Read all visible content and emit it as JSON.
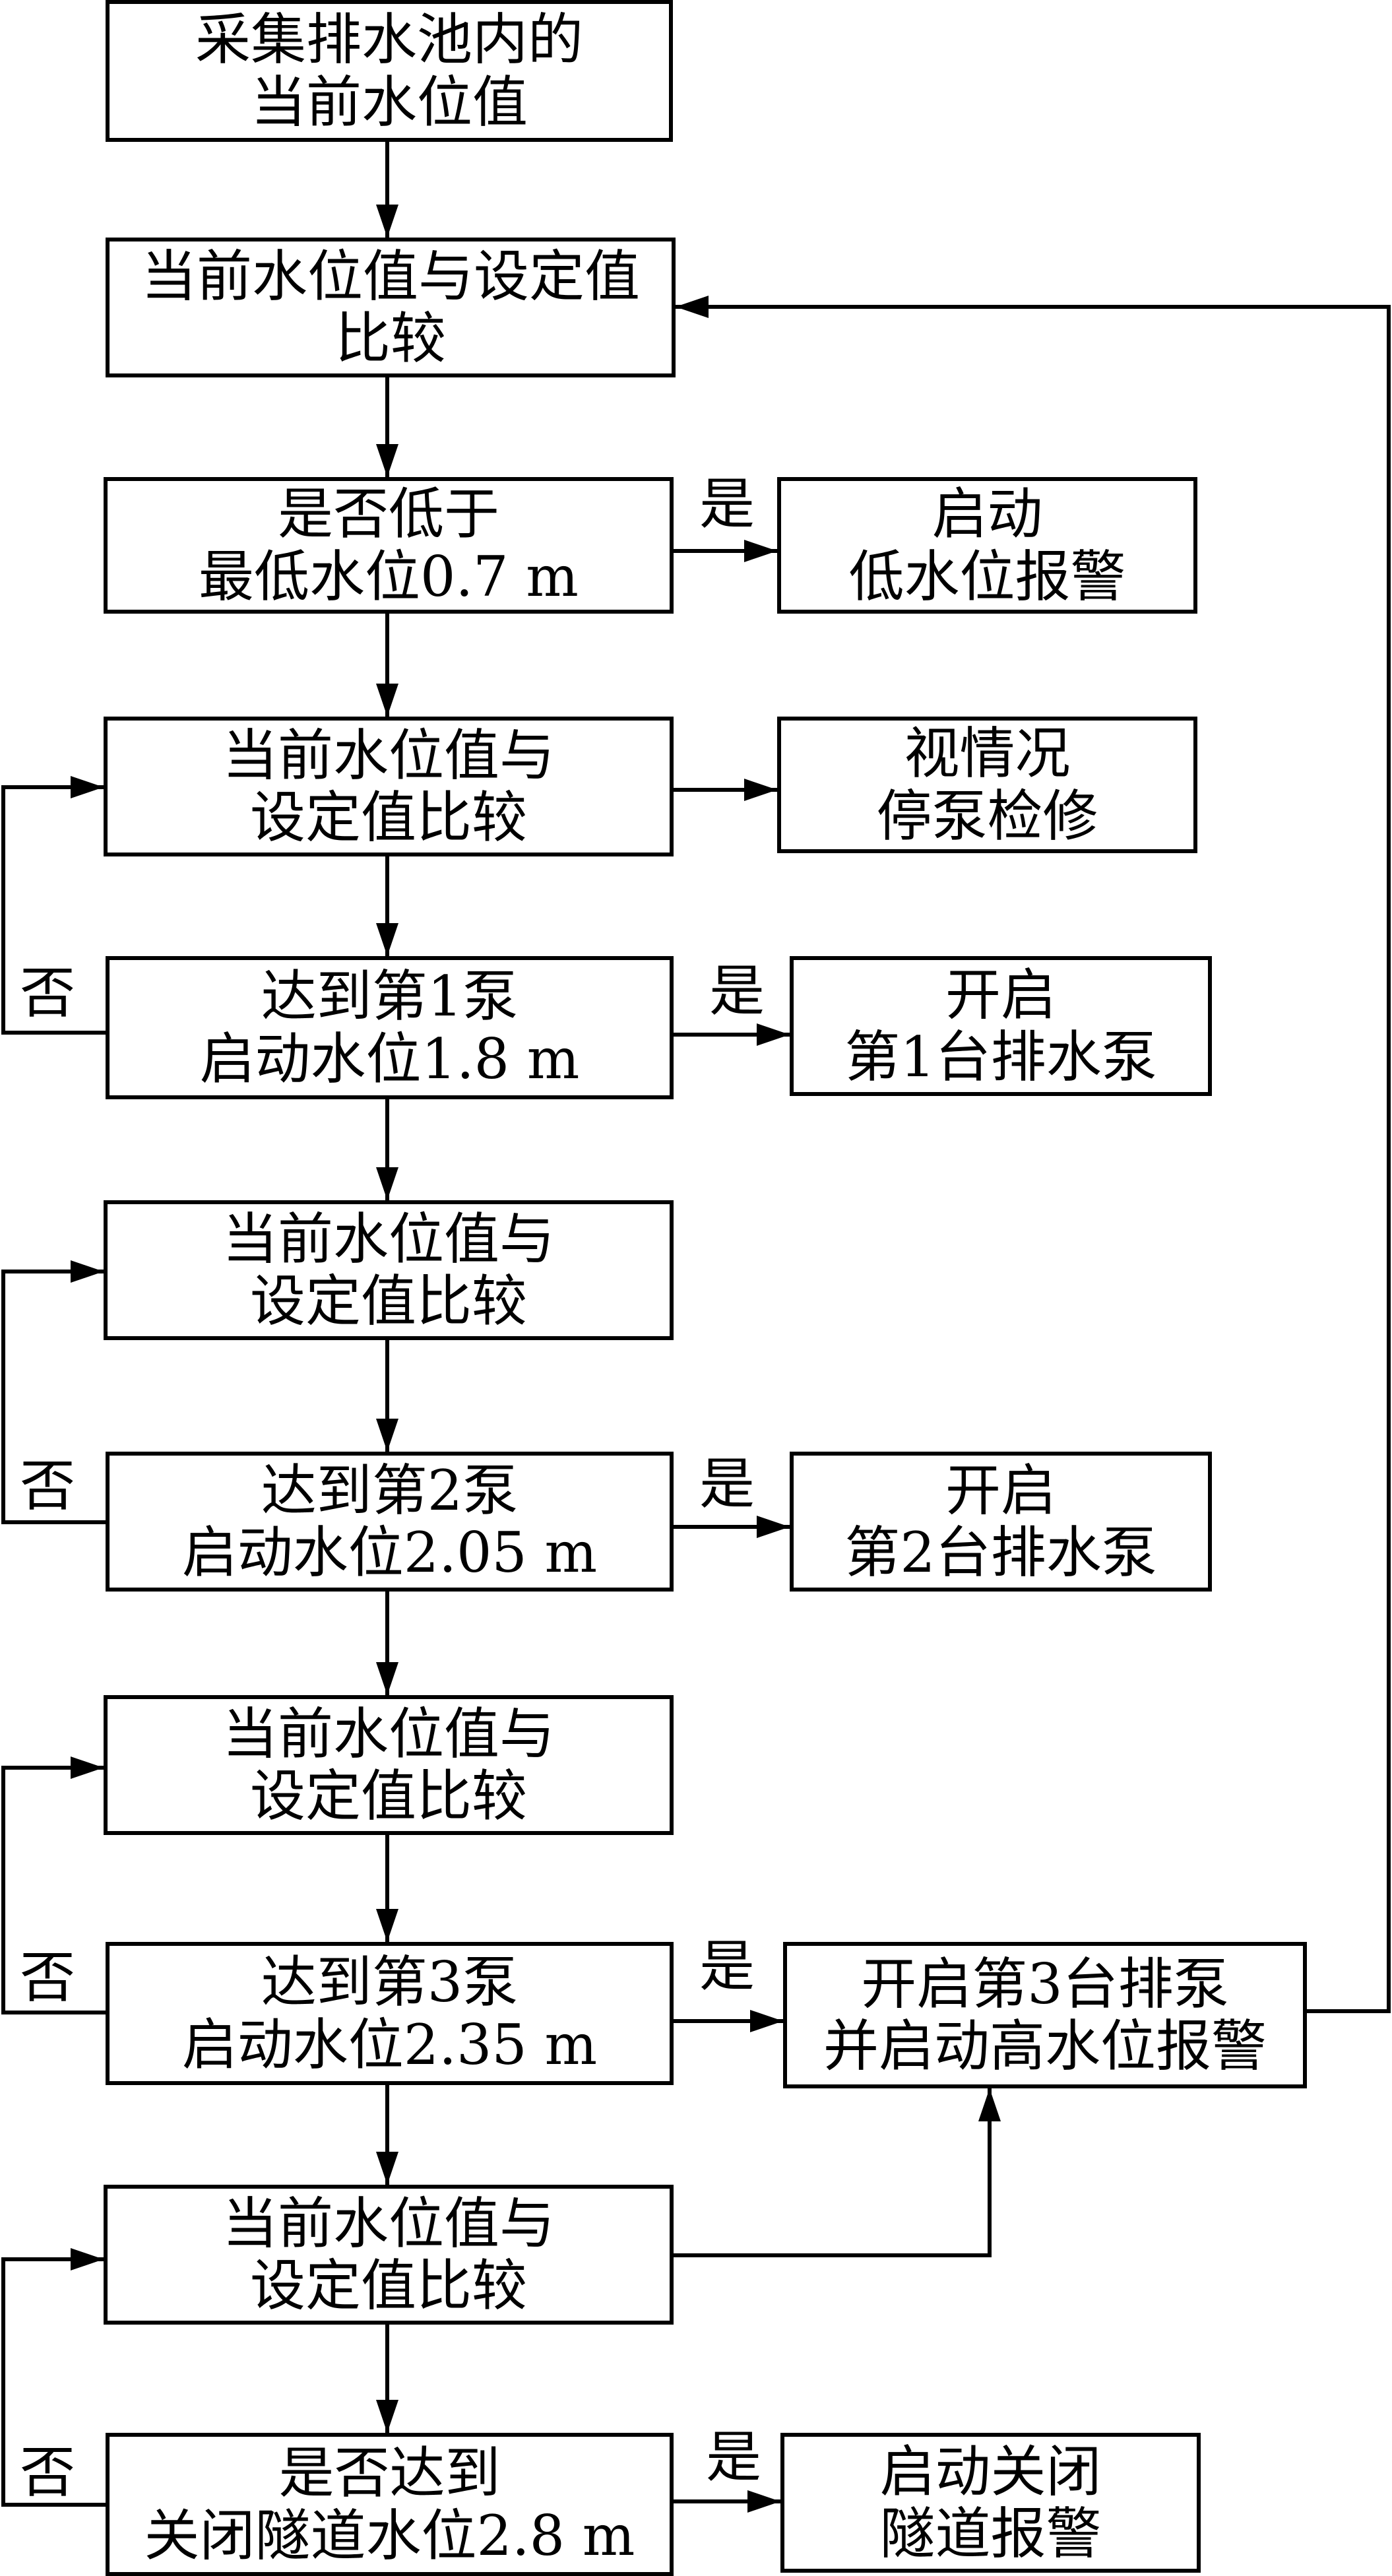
{
  "flow": {
    "collect": "采集排水池内的\n当前水位值",
    "compare_top": "当前水位值与设定值\n比较",
    "check_low": "是否低于\n最低水位0.7 m",
    "low_alarm": "启动\n低水位报警",
    "compare_a": "当前水位值与\n设定值比较",
    "maintain": "视情况\n停泵检修",
    "pump1_level": "达到第1泵\n启动水位1.8 m",
    "pump1_on": "开启\n第1台排水泵",
    "compare_b": "当前水位值与\n设定值比较",
    "pump2_level": "达到第2泵\n启动水位2.05 m",
    "pump2_on": "开启\n第2台排水泵",
    "compare_c": "当前水位值与\n设定值比较",
    "pump3_level": "达到第3泵\n启动水位2.35 m",
    "pump3_on": "开启第3台排泵\n并启动高水位报警",
    "compare_d": "当前水位值与\n设定值比较",
    "check_close": "是否达到\n关闭隧道水位2.8 m",
    "close_alarm": "启动关闭\n隧道报警"
  },
  "labels": {
    "yes": "是",
    "no": "否"
  }
}
